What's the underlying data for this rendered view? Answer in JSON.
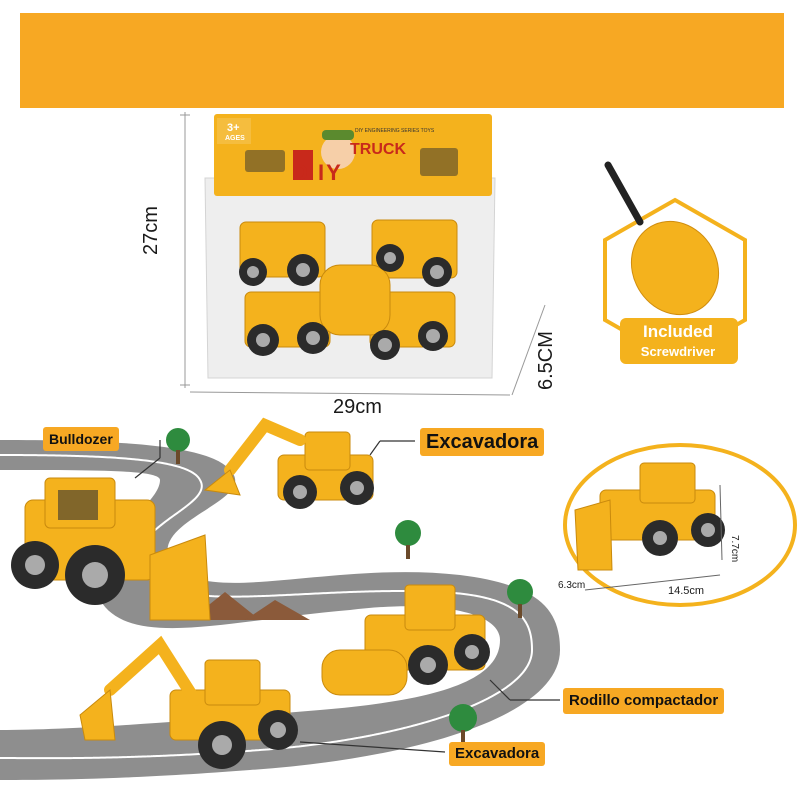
{
  "package": {
    "age": "3+",
    "age_sub": "AGES",
    "brand": "TRUCK",
    "brand_letters": "D  IY",
    "tagline": "DIY ENGINEERING SERIES TOYS"
  },
  "dimensions": {
    "height": "27cm",
    "width": "29cm",
    "depth": "6.5CM"
  },
  "screwdriver": {
    "line1": "Included",
    "line2": "Screwdriver"
  },
  "vehicles": {
    "bulldozer": "Bulldozer",
    "excavator_top": "Excavadora",
    "roller": "Rodillo compactador",
    "excavator_bottom": "Excavadora"
  },
  "detail": {
    "height": "7.7cm",
    "width": "6.3cm",
    "length": "14.5cm"
  },
  "colors": {
    "accent": "#f7a823",
    "toy_yellow": "#f4b21d",
    "road": "#8e8e8e"
  }
}
